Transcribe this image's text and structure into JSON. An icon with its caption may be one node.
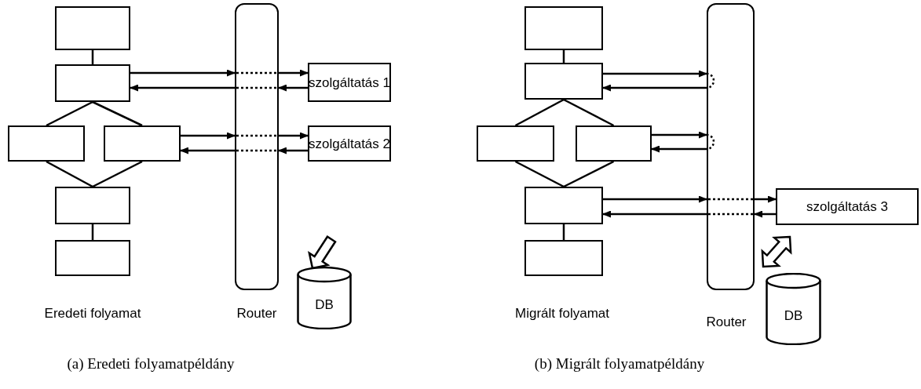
{
  "diagram": {
    "nodes": [
      {
        "text": [],
        "shape": "box"
      },
      {
        "text": [],
        "shape": "box"
      },
      {
        "text": [],
        "shape": "box"
      },
      {
        "text": [],
        "shape": "box"
      },
      {
        "text": [],
        "shape": "box"
      },
      {
        "text": [],
        "shape": "box"
      },
      {
        "text": [],
        "shape": "box",
        "beside": [
          "Router"
        ]
      },
      {
        "text": [
          "szolgáltatás 1"
        ]
      },
      {
        "text": [
          "szolgáltatás 2"
        ]
      },
      {
        "text": [
          "DB"
        ]
      },
      {
        "text": [],
        "shape": "box"
      },
      {
        "text": [],
        "shape": "box"
      },
      {
        "text": [],
        "shape": "box"
      },
      {
        "text": [],
        "shape": "box"
      },
      {
        "text": [],
        "shape": "box"
      },
      {
        "text": [],
        "shape": "box"
      },
      {
        "text": [],
        "shape": "box",
        "beside": [
          "Router"
        ]
      },
      {
        "text": [
          "szolgáltatás 3"
        ]
      },
      {
        "text": [
          "DB"
        ]
      }
    ],
    "edges": [
      {
        "from": 0,
        "to": 1,
        "arrow": "none"
      },
      {
        "from": 1,
        "to": 2,
        "arrow": "none"
      },
      {
        "from": 1,
        "to": 3,
        "arrow": "none"
      },
      {
        "from": 2,
        "to": 4,
        "arrow": "none"
      },
      {
        "from": 3,
        "to": 4,
        "arrow": "none"
      },
      {
        "from": 4,
        "to": 5,
        "arrow": "none"
      },
      {
        "from": 1,
        "to": 6,
        "arrow": "to"
      },
      {
        "from": 6,
        "to": 7,
        "arrow": "to"
      },
      {
        "from": 7,
        "to": 6,
        "arrow": "to"
      },
      {
        "from": 6,
        "to": 1,
        "arrow": "to"
      },
      {
        "from": 3,
        "to": 6,
        "arrow": "to"
      },
      {
        "from": 6,
        "to": 8,
        "arrow": "to"
      },
      {
        "from": 8,
        "to": 6,
        "arrow": "to"
      },
      {
        "from": 6,
        "to": 3,
        "arrow": "to"
      },
      {
        "from": 6,
        "to": 9,
        "arrow": "to",
        "style": "thick"
      },
      {
        "from": 10,
        "to": 11,
        "arrow": "none"
      },
      {
        "from": 11,
        "to": 12,
        "arrow": "none"
      },
      {
        "from": 11,
        "to": 13,
        "arrow": "none"
      },
      {
        "from": 12,
        "to": 14,
        "arrow": "none"
      },
      {
        "from": 13,
        "to": 14,
        "arrow": "none"
      },
      {
        "from": 14,
        "to": 15,
        "arrow": "none"
      },
      {
        "from": 11,
        "to": 16,
        "arrow": "to"
      },
      {
        "from": 16,
        "to": 11,
        "arrow": "to"
      },
      {
        "from": 13,
        "to": 16,
        "arrow": "to"
      },
      {
        "from": 16,
        "to": 13,
        "arrow": "to"
      },
      {
        "from": 14,
        "to": 16,
        "arrow": "to"
      },
      {
        "from": 16,
        "to": 17,
        "arrow": "to"
      },
      {
        "from": 17,
        "to": 16,
        "arrow": "to"
      },
      {
        "from": 16,
        "to": 14,
        "arrow": "to"
      },
      {
        "from": 16,
        "to": 18,
        "arrow": "both",
        "style": "thick"
      }
    ],
    "labels": [
      "Eredeti folyamat",
      "Migrált folyamat",
      "(a) Eredeti folyamatpéldány",
      "(b) Migrált folyamatpéldány"
    ]
  }
}
